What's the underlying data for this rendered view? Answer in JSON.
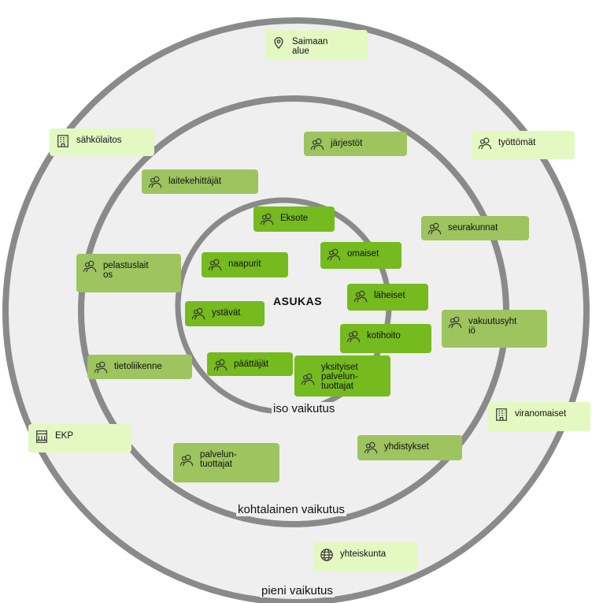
{
  "center": "ASUKAS",
  "rings": [
    {
      "label": "iso vaikutus"
    },
    {
      "label": "kohtalainen vaikutus"
    },
    {
      "label": "pieni vaikutus"
    }
  ],
  "nodes": [
    {
      "id": "eksote",
      "label": "Eksote",
      "icon": "people-icon"
    },
    {
      "id": "naapurit",
      "label": "naapurit",
      "icon": "people-icon"
    },
    {
      "id": "omaiset",
      "label": "omaiset",
      "icon": "people-icon"
    },
    {
      "id": "laheiset",
      "label": "läheiset",
      "icon": "people-icon"
    },
    {
      "id": "ystavat",
      "label": "ystävät",
      "icon": "people-icon"
    },
    {
      "id": "kotihoito",
      "label": "kotihoito",
      "icon": "people-icon"
    },
    {
      "id": "paattajat",
      "label": "päättäjät",
      "icon": "people-icon"
    },
    {
      "id": "yksityiset",
      "label": "yksityiset\npalvelun-\ntuottajat",
      "icon": "people-icon"
    },
    {
      "id": "jarjestot",
      "label": "järjestöt",
      "icon": "people-icon"
    },
    {
      "id": "laitekehittajat",
      "label": "laitekehittäjät",
      "icon": "people-icon"
    },
    {
      "id": "seurakunnat",
      "label": "seurakunnat",
      "icon": "people-icon"
    },
    {
      "id": "pelastuslaitos",
      "label": "pelastuslait\nos",
      "icon": "people-icon"
    },
    {
      "id": "vakuutusyhtio",
      "label": "vakuutusyht\niö",
      "icon": "people-icon"
    },
    {
      "id": "tietoliikenne",
      "label": "tietoliikenne",
      "icon": "people-icon"
    },
    {
      "id": "palveluntuottajat",
      "label": "palvelun-\ntuottajat",
      "icon": "people-icon"
    },
    {
      "id": "yhdistykset",
      "label": "yhdistykset",
      "icon": "people-icon"
    },
    {
      "id": "saimaan",
      "label": "Saimaan\nalue",
      "icon": "location-pin-icon"
    },
    {
      "id": "sahkolaitos",
      "label": "sähkölaitos",
      "icon": "building-icon"
    },
    {
      "id": "tyottomat",
      "label": "työttömät",
      "icon": "people-icon"
    },
    {
      "id": "viranomaiset",
      "label": "viranomaiset",
      "icon": "building-icon"
    },
    {
      "id": "ekp",
      "label": "EKP",
      "icon": "bank-building-icon"
    },
    {
      "id": "yhteiskunta",
      "label": "yhteiskunta",
      "icon": "globe-icon"
    }
  ]
}
